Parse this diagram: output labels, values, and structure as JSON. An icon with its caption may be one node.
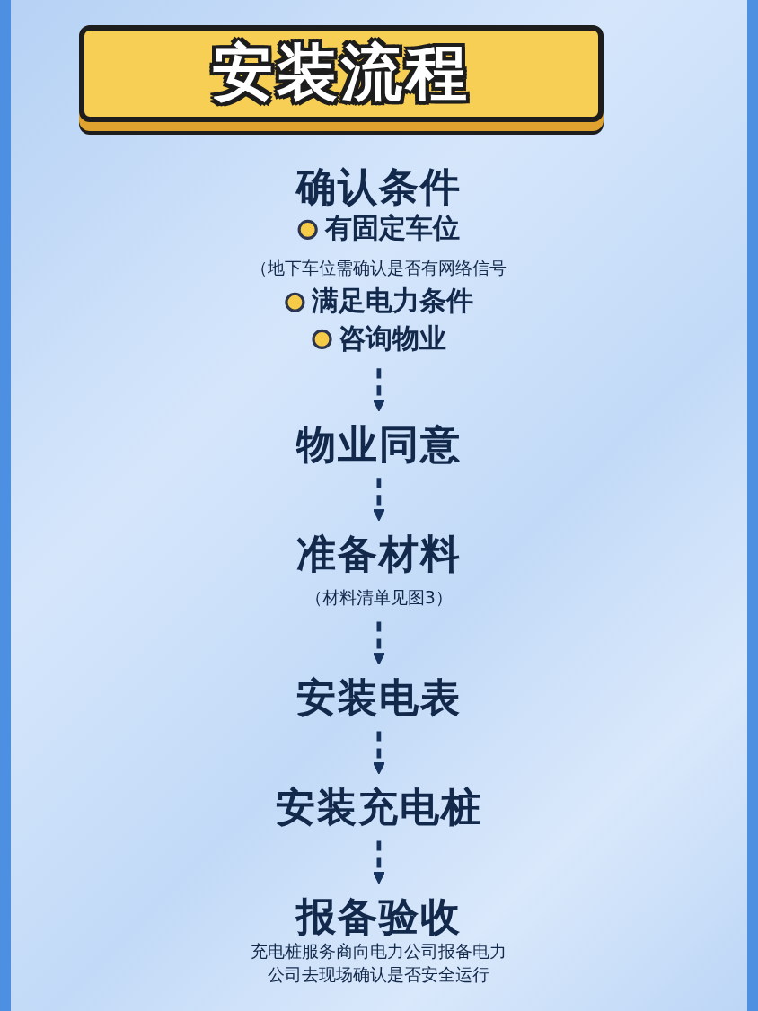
{
  "diagram": {
    "title": "安装流程",
    "nodes": [
      {
        "text": [
          "确认条件",
          "有固定车位",
          "（地下车位需确认是否有网络信号",
          "满足电力条件",
          "咨询物业"
        ]
      },
      {
        "text": [
          "物业同意"
        ]
      },
      {
        "text": [
          "准备材料"
        ],
        "beside": [
          "（材料清单见图3）"
        ]
      },
      {
        "text": [
          "安装电表"
        ]
      },
      {
        "text": [
          "安装充电桩"
        ]
      },
      {
        "text": [
          "报备验收"
        ],
        "beside": [
          "充电桩服务商向电力公司报备电力公司去现场确认是否安全运行"
        ]
      }
    ],
    "edges": [
      {
        "from": 0,
        "to": 1,
        "arrow": "to",
        "style": "dashed"
      },
      {
        "from": 1,
        "to": 2,
        "arrow": "to",
        "style": "dashed"
      },
      {
        "from": 2,
        "to": 3,
        "arrow": "to",
        "style": "dashed"
      },
      {
        "from": 3,
        "to": 4,
        "arrow": "to",
        "style": "dashed"
      },
      {
        "from": 4,
        "to": 5,
        "arrow": "to",
        "style": "dashed"
      }
    ]
  }
}
